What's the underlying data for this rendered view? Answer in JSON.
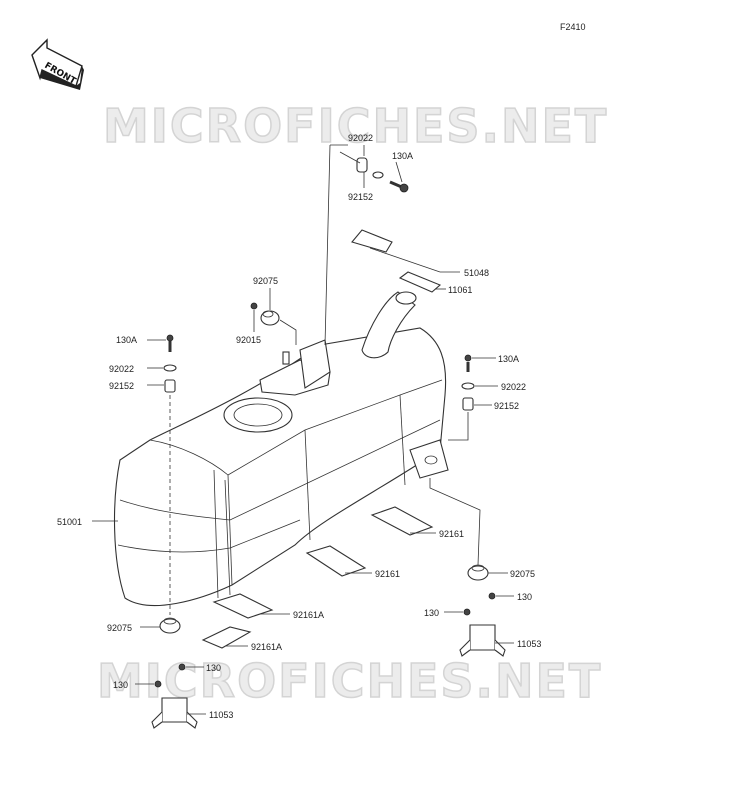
{
  "diagram": {
    "figure_code": "F2410",
    "front_arrow": "FRONT",
    "watermark": "MICROFICHES.NET",
    "labels": {
      "92022_top": "92022",
      "130A_top": "130A",
      "92152_top": "92152",
      "51048": "51048",
      "11061": "11061",
      "92075_top": "92075",
      "92015": "92015",
      "130A_left": "130A",
      "92022_left": "92022",
      "92152_left": "92152",
      "130A_right": "130A",
      "92022_right": "92022",
      "92152_right": "92152",
      "51001": "51001",
      "92161_upper": "92161",
      "92161_lower": "92161",
      "92075_right": "92075",
      "130_right": "130",
      "130_right_b": "130",
      "11053_right": "11053",
      "92161A_upper": "92161A",
      "92075_left": "92075",
      "92161A_lower": "92161A",
      "130_left": "130",
      "130_left_b": "130",
      "11053_left": "11053"
    }
  }
}
